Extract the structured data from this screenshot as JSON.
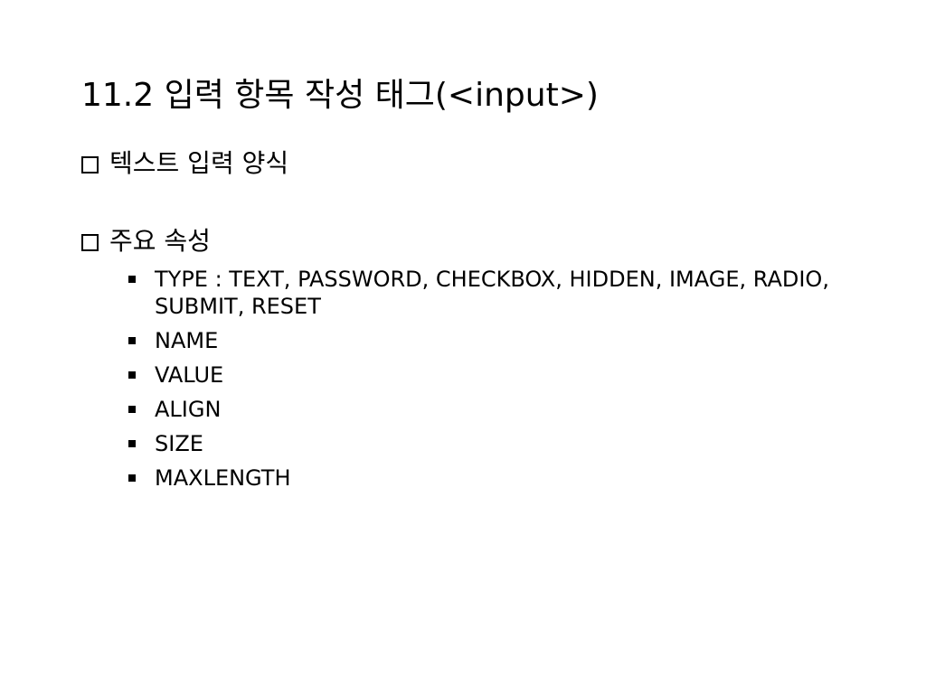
{
  "slide": {
    "title": "11.2 입력 항목 작성 태그(<input>)",
    "sections": [
      {
        "label": "텍스트 입력 양식"
      },
      {
        "label": "주요 속성"
      }
    ],
    "attributes": [
      "TYPE : TEXT, PASSWORD, CHECKBOX, HIDDEN, IMAGE, RADIO, SUBMIT, RESET",
      "NAME",
      "VALUE",
      "ALIGN",
      "SIZE",
      "MAXLENGTH"
    ]
  }
}
